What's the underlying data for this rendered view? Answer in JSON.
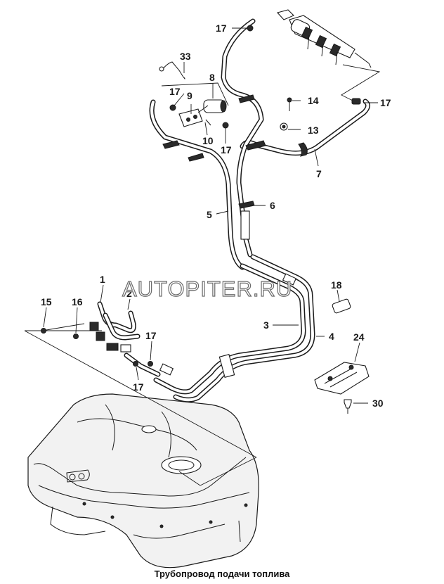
{
  "diagram": {
    "caption": "Трубопровод подачи топлива",
    "watermark": "AUTOPITER.RU",
    "callouts": {
      "c1": "1",
      "c2": "2",
      "c3": "3",
      "c4": "4",
      "c5": "5",
      "c6": "6",
      "c7": "7",
      "c8": "8",
      "c9": "9",
      "c10": "10",
      "c13": "13",
      "c14": "14",
      "c15": "15",
      "c16": "16",
      "c17a": "17",
      "c17b": "17",
      "c17c": "17",
      "c17d": "17",
      "c17e": "17",
      "c17f": "17",
      "c18": "18",
      "c24": "24",
      "c30": "30",
      "c33": "33"
    }
  }
}
